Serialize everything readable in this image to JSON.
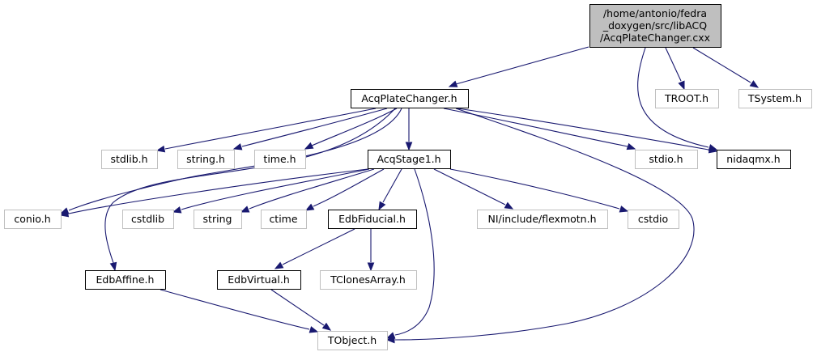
{
  "colors": {
    "edge": "#191970",
    "root_fill": "#bfbfbf",
    "documented_border": "#000000",
    "undocumented_border": "#bfbfbf",
    "node_fill": "#ffffff"
  },
  "nodes": [
    {
      "id": "root",
      "lines": [
        "/home/antonio/fedra",
        "_doxygen/src/libACQ",
        "/AcqPlateChanger.cxx"
      ],
      "style": "root"
    },
    {
      "id": "acqplatechanger_h",
      "lines": [
        "AcqPlateChanger.h"
      ],
      "style": "documented"
    },
    {
      "id": "troot_h",
      "lines": [
        "TROOT.h"
      ],
      "style": "external"
    },
    {
      "id": "tsystem_h",
      "lines": [
        "TSystem.h"
      ],
      "style": "external"
    },
    {
      "id": "stdlib_h",
      "lines": [
        "stdlib.h"
      ],
      "style": "external"
    },
    {
      "id": "string_h",
      "lines": [
        "string.h"
      ],
      "style": "external"
    },
    {
      "id": "time_h",
      "lines": [
        "time.h"
      ],
      "style": "external"
    },
    {
      "id": "acqstage1_h",
      "lines": [
        "AcqStage1.h"
      ],
      "style": "documented"
    },
    {
      "id": "stdio_h",
      "lines": [
        "stdio.h"
      ],
      "style": "external"
    },
    {
      "id": "nidaqmx_h",
      "lines": [
        "nidaqmx.h"
      ],
      "style": "documented"
    },
    {
      "id": "conio_h",
      "lines": [
        "conio.h"
      ],
      "style": "external"
    },
    {
      "id": "cstdlib",
      "lines": [
        "cstdlib"
      ],
      "style": "external"
    },
    {
      "id": "string",
      "lines": [
        "string"
      ],
      "style": "external"
    },
    {
      "id": "ctime",
      "lines": [
        "ctime"
      ],
      "style": "external"
    },
    {
      "id": "edbfiducial_h",
      "lines": [
        "EdbFiducial.h"
      ],
      "style": "documented"
    },
    {
      "id": "flexmotn_h",
      "lines": [
        "NI/include/flexmotn.h"
      ],
      "style": "external"
    },
    {
      "id": "cstdio",
      "lines": [
        "cstdio"
      ],
      "style": "external"
    },
    {
      "id": "edbaffine_h",
      "lines": [
        "EdbAffine.h"
      ],
      "style": "documented"
    },
    {
      "id": "edbvirtual_h",
      "lines": [
        "EdbVirtual.h"
      ],
      "style": "documented"
    },
    {
      "id": "tclonesarray_h",
      "lines": [
        "TClonesArray.h"
      ],
      "style": "external"
    },
    {
      "id": "tobject_h",
      "lines": [
        "TObject.h"
      ],
      "style": "external"
    }
  ],
  "edges": [
    {
      "from": "root",
      "to": "acqplatechanger_h"
    },
    {
      "from": "root",
      "to": "troot_h"
    },
    {
      "from": "root",
      "to": "tsystem_h"
    },
    {
      "from": "root",
      "to": "nidaqmx_h"
    },
    {
      "from": "acqplatechanger_h",
      "to": "stdlib_h"
    },
    {
      "from": "acqplatechanger_h",
      "to": "string_h"
    },
    {
      "from": "acqplatechanger_h",
      "to": "time_h"
    },
    {
      "from": "acqplatechanger_h",
      "to": "acqstage1_h"
    },
    {
      "from": "acqplatechanger_h",
      "to": "stdio_h"
    },
    {
      "from": "acqplatechanger_h",
      "to": "nidaqmx_h"
    },
    {
      "from": "acqplatechanger_h",
      "to": "conio_h"
    },
    {
      "from": "acqplatechanger_h",
      "to": "edbaffine_h"
    },
    {
      "from": "acqplatechanger_h",
      "to": "tobject_h"
    },
    {
      "from": "acqstage1_h",
      "to": "conio_h"
    },
    {
      "from": "acqstage1_h",
      "to": "cstdlib"
    },
    {
      "from": "acqstage1_h",
      "to": "string"
    },
    {
      "from": "acqstage1_h",
      "to": "ctime"
    },
    {
      "from": "acqstage1_h",
      "to": "edbfiducial_h"
    },
    {
      "from": "acqstage1_h",
      "to": "flexmotn_h"
    },
    {
      "from": "acqstage1_h",
      "to": "cstdio"
    },
    {
      "from": "acqstage1_h",
      "to": "tobject_h"
    },
    {
      "from": "edbfiducial_h",
      "to": "edbvirtual_h"
    },
    {
      "from": "edbfiducial_h",
      "to": "tclonesarray_h"
    },
    {
      "from": "edbaffine_h",
      "to": "tobject_h"
    },
    {
      "from": "edbvirtual_h",
      "to": "tobject_h"
    }
  ]
}
